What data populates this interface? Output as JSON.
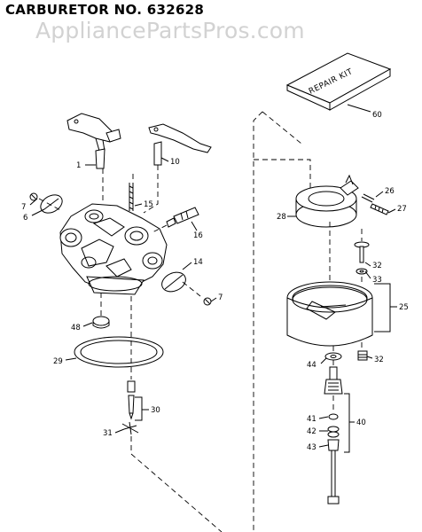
{
  "title": "CARBURETOR NO. 632628",
  "watermark": "AppliancePartsPros.com",
  "repair_kit_text": "REPAIR KIT",
  "callouts": [
    {
      "id": "1",
      "text": "1"
    },
    {
      "id": "10",
      "text": "10"
    },
    {
      "id": "7a",
      "text": "7"
    },
    {
      "id": "6",
      "text": "6"
    },
    {
      "id": "15",
      "text": "15"
    },
    {
      "id": "16",
      "text": "16"
    },
    {
      "id": "14",
      "text": "14"
    },
    {
      "id": "7b",
      "text": "7"
    },
    {
      "id": "48",
      "text": "48"
    },
    {
      "id": "29",
      "text": "29"
    },
    {
      "id": "30",
      "text": "30"
    },
    {
      "id": "31",
      "text": "31"
    },
    {
      "id": "60",
      "text": "60"
    },
    {
      "id": "26",
      "text": "26"
    },
    {
      "id": "27",
      "text": "27"
    },
    {
      "id": "28",
      "text": "28"
    },
    {
      "id": "32a",
      "text": "32"
    },
    {
      "id": "33",
      "text": "33"
    },
    {
      "id": "25",
      "text": "25"
    },
    {
      "id": "44",
      "text": "44"
    },
    {
      "id": "32b",
      "text": "32"
    },
    {
      "id": "41",
      "text": "41"
    },
    {
      "id": "42",
      "text": "42"
    },
    {
      "id": "40",
      "text": "40"
    },
    {
      "id": "43",
      "text": "43"
    }
  ]
}
